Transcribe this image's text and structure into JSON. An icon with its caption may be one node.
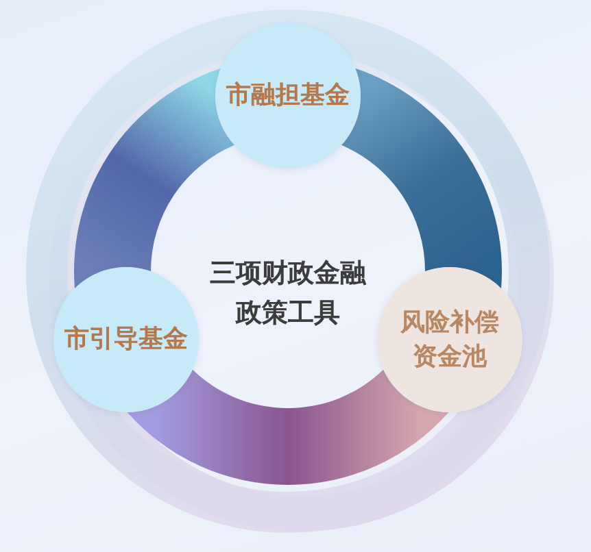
{
  "diagram": {
    "nodes": [
      {
        "text": [
          "市融担基金"
        ]
      },
      {
        "text": [
          "市引导基金"
        ]
      },
      {
        "text": [
          "风险补偿资金池"
        ]
      }
    ],
    "edges": [
      {
        "from": 0,
        "to": 2,
        "arrow": "none",
        "style": "thick",
        "color": "#3b6f98"
      },
      {
        "from": 2,
        "to": 1,
        "arrow": "none",
        "style": "thick",
        "color": "#8a5590"
      },
      {
        "from": 1,
        "to": 0,
        "arrow": "none",
        "style": "thick",
        "color": "#5268aa"
      }
    ],
    "labels": [
      "三项财政金融政策工具"
    ]
  }
}
